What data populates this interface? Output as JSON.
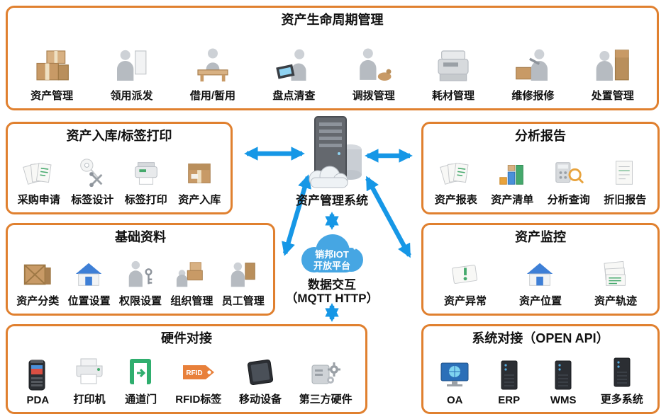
{
  "sections": {
    "lifecycle": {
      "title": "资产生命周期管理",
      "items": [
        {
          "label": "资产管理",
          "icon": "boxes-icon"
        },
        {
          "label": "领用派发",
          "icon": "person-board-icon"
        },
        {
          "label": "借用/暂用",
          "icon": "person-desk-icon"
        },
        {
          "label": "盘点清查",
          "icon": "person-checklist-icon"
        },
        {
          "label": "调拨管理",
          "icon": "person-cart-icon"
        },
        {
          "label": "耗材管理",
          "icon": "copier-icon"
        },
        {
          "label": "维修报修",
          "icon": "person-repair-icon"
        },
        {
          "label": "处置管理",
          "icon": "person-disposal-icon"
        }
      ]
    },
    "intake": {
      "title": "资产入库/标签打印",
      "items": [
        {
          "label": "采购申请",
          "icon": "papers-icon"
        },
        {
          "label": "标签设计",
          "icon": "tag-scissors-icon"
        },
        {
          "label": "标签打印",
          "icon": "label-printer-icon"
        },
        {
          "label": "资产入库",
          "icon": "box-icon"
        }
      ]
    },
    "analysis": {
      "title": "分析报告",
      "items": [
        {
          "label": "资产报表",
          "icon": "papers-icon"
        },
        {
          "label": "资产清单",
          "icon": "cubes-chart-icon"
        },
        {
          "label": "分析查询",
          "icon": "calculator-magnifier-icon"
        },
        {
          "label": "折旧报告",
          "icon": "document-icon"
        }
      ]
    },
    "basic": {
      "title": "基础资料",
      "items": [
        {
          "label": "资产分类",
          "icon": "crate-icon"
        },
        {
          "label": "位置设置",
          "icon": "house-icon"
        },
        {
          "label": "权限设置",
          "icon": "person-key-icon"
        },
        {
          "label": "组织管理",
          "icon": "org-boxes-icon"
        },
        {
          "label": "员工管理",
          "icon": "person-badge-icon"
        }
      ]
    },
    "monitor": {
      "title": "资产监控",
      "items": [
        {
          "label": "资产异常",
          "icon": "alert-card-icon"
        },
        {
          "label": "资产位置",
          "icon": "house-icon"
        },
        {
          "label": "资产轨迹",
          "icon": "papers-stack-icon"
        }
      ]
    },
    "hardware": {
      "title": "硬件对接",
      "items": [
        {
          "label": "PDA",
          "icon": "pda-icon"
        },
        {
          "label": "打印机",
          "icon": "printer-icon"
        },
        {
          "label": "通道门",
          "icon": "gate-icon"
        },
        {
          "label": "RFID标签",
          "icon": "rfid-tag-icon",
          "icon_text": "RFID"
        },
        {
          "label": "移动设备",
          "icon": "tablet-icon"
        },
        {
          "label": "第三方硬件",
          "icon": "gears-box-icon"
        }
      ]
    },
    "system": {
      "title": "系统对接（OPEN API）",
      "items": [
        {
          "label": "OA",
          "icon": "monitor-icon"
        },
        {
          "label": "ERP",
          "icon": "server-cabinet-icon"
        },
        {
          "label": "WMS",
          "icon": "server-cabinet-icon"
        },
        {
          "label": "更多系统",
          "icon": "server-cabinet-icon"
        }
      ]
    }
  },
  "center": {
    "system_label": "资产管理系统",
    "cloud_line1": "销邦IOT",
    "cloud_line2": "开放平台",
    "exchange_line1": "数据交互",
    "exchange_line2": "（MQTT HTTP）"
  },
  "colors": {
    "panel_border": "#e0802f",
    "arrow": "#1697e6",
    "cloud": "#46a6e3"
  }
}
